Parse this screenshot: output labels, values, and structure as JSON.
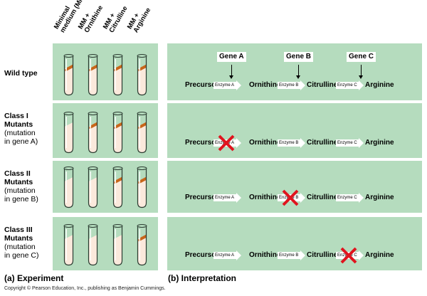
{
  "column_headers": [
    "Minimal medium (MM)",
    "MM + Ornithine",
    "MM + Citrulline",
    "MM + Arginine"
  ],
  "column_header_lines": [
    [
      "Minimal",
      "medium (MM)"
    ],
    [
      "MM +",
      "Ornithine"
    ],
    [
      "MM +",
      "Citrulline"
    ],
    [
      "MM +",
      "Arginine"
    ]
  ],
  "rows": [
    {
      "label_bold": "Wild type",
      "label_rest": [],
      "growth": [
        true,
        true,
        true,
        true
      ],
      "blocked_enzyme": null
    },
    {
      "label_bold": "Class I Mutants",
      "label_bold_lines": [
        "Class I",
        "Mutants"
      ],
      "label_rest": [
        "(mutation",
        "in gene A)"
      ],
      "growth": [
        false,
        true,
        true,
        true
      ],
      "blocked_enzyme": 0
    },
    {
      "label_bold": "Class II Mutants",
      "label_bold_lines": [
        "Class II",
        "Mutants"
      ],
      "label_rest": [
        "(mutation",
        "in gene B)"
      ],
      "growth": [
        false,
        false,
        true,
        true
      ],
      "blocked_enzyme": 1
    },
    {
      "label_bold": "Class III Mutants",
      "label_bold_lines": [
        "Class III",
        "Mutants"
      ],
      "label_rest": [
        "(mutation",
        "in gene C)"
      ],
      "growth": [
        false,
        false,
        false,
        true
      ],
      "blocked_enzyme": 2
    }
  ],
  "pathway": {
    "compounds": [
      "Precursor",
      "Ornithine",
      "Citrulline",
      "Arginine"
    ],
    "enzymes": [
      "Enzyme A",
      "Enzyme B",
      "Enzyme C"
    ],
    "genes": [
      "Gene A",
      "Gene B",
      "Gene C"
    ]
  },
  "captions": {
    "experiment": "(a) Experiment",
    "interpretation": "(b) Interpretation"
  },
  "copyright": "Copyright © Pearson Education, Inc., publishing as Benjamin Cummings.",
  "colors": {
    "panel": "#b5dcbe",
    "growth": "#c8661a",
    "medium": "#fbe9dc",
    "x_mark": "#e0141e"
  }
}
